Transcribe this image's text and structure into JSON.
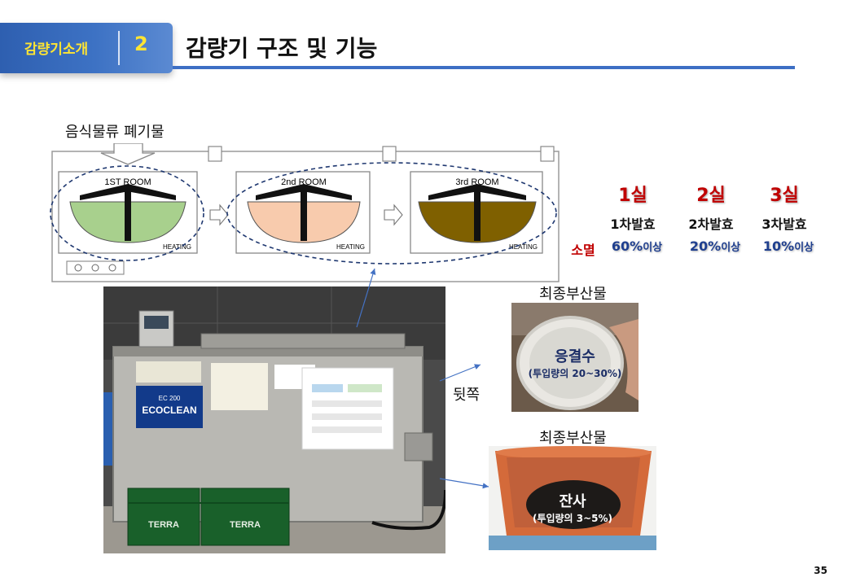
{
  "header": {
    "section_label": "감량기소개",
    "section_number": "2",
    "title": "감량기 구조 및 기능"
  },
  "diagram": {
    "input_label": "음식물류 폐기물",
    "rooms": [
      {
        "sup_label": "1ST ROOM",
        "heating": "HEATING",
        "fill": "#a8d08d"
      },
      {
        "sup_label": "2nd ROOM",
        "heating": "HEATING",
        "fill": "#f8cbad"
      },
      {
        "sup_label": "3rd ROOM",
        "heating": "HEATING",
        "fill": "#7f6000"
      }
    ]
  },
  "rooms_table": {
    "rooms": [
      "1실",
      "2실",
      "3실"
    ],
    "stages": [
      "1차발효",
      "2차발효",
      "3차발효"
    ],
    "extinction_label": "소멸",
    "extinction": [
      {
        "value": "60%",
        "suffix": "이상"
      },
      {
        "value": "20%",
        "suffix": "이상"
      },
      {
        "value": "10%",
        "suffix": "이상"
      }
    ]
  },
  "photo": {
    "back_label": "뒷쪽",
    "panel_brand": "ECOCLEAN",
    "panel_model": "EC 200",
    "crate_text": "TERRA"
  },
  "byproducts": [
    {
      "heading": "최종부산물",
      "name": "응결수",
      "detail": "(투입량의 20~30%)"
    },
    {
      "heading": "최종부산물",
      "name": "잔사",
      "detail": "(투입량의 3~5%)"
    }
  ],
  "page_number": "35"
}
